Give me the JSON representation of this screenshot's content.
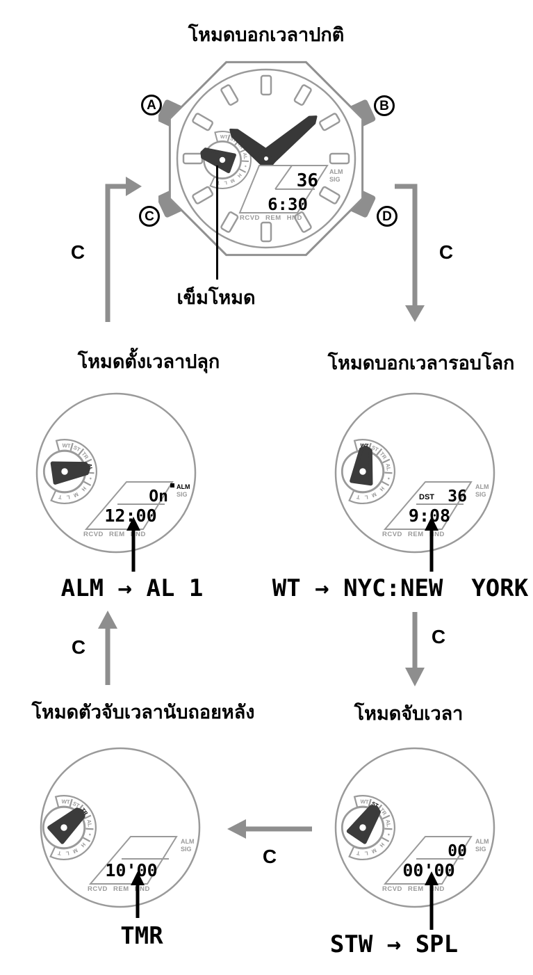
{
  "colors": {
    "accent_gray": "#8e8e8e",
    "hand_dark": "#3b3b3b",
    "black": "#000000"
  },
  "nav": {
    "c": "C"
  },
  "dial": {
    "wt": "WT",
    "st": "ST",
    "tr": "TR",
    "al": "AL",
    "star": "*",
    "h": "H",
    "m": "M",
    "l": "L",
    "t": "T"
  },
  "lcd": {
    "alm": "ALM",
    "sig": "SIG",
    "dst": "DST",
    "status_row": "RCVD REM HND"
  },
  "top": {
    "title": "โหมดบอกเวลาปกติ",
    "mode_hand_label": "เข็มโหมด",
    "buttons": {
      "a": "A",
      "b": "B",
      "c": "C",
      "d": "D"
    },
    "lcd_seconds": "36",
    "lcd_time": "6:30"
  },
  "alarm": {
    "title": "โหมดตั้งเวลาปลุก",
    "lcd_top": "On",
    "lcd_bottom": "12:00",
    "caption": "ALM → AL 1"
  },
  "world": {
    "title": "โหมดบอกเวลารอบโลก",
    "lcd_top": "36",
    "lcd_bottom": "9:08",
    "caption": "WT → NYC:NEW  YORK"
  },
  "timer": {
    "title": "โหมดตัวจับเวลานับถอยหลัง",
    "lcd_bottom": "10'00",
    "caption": "TMR"
  },
  "stopwatch": {
    "title": "โหมดจับเวลา",
    "lcd_top": "00",
    "lcd_bottom": "00'00",
    "caption": "STW → SPL"
  }
}
